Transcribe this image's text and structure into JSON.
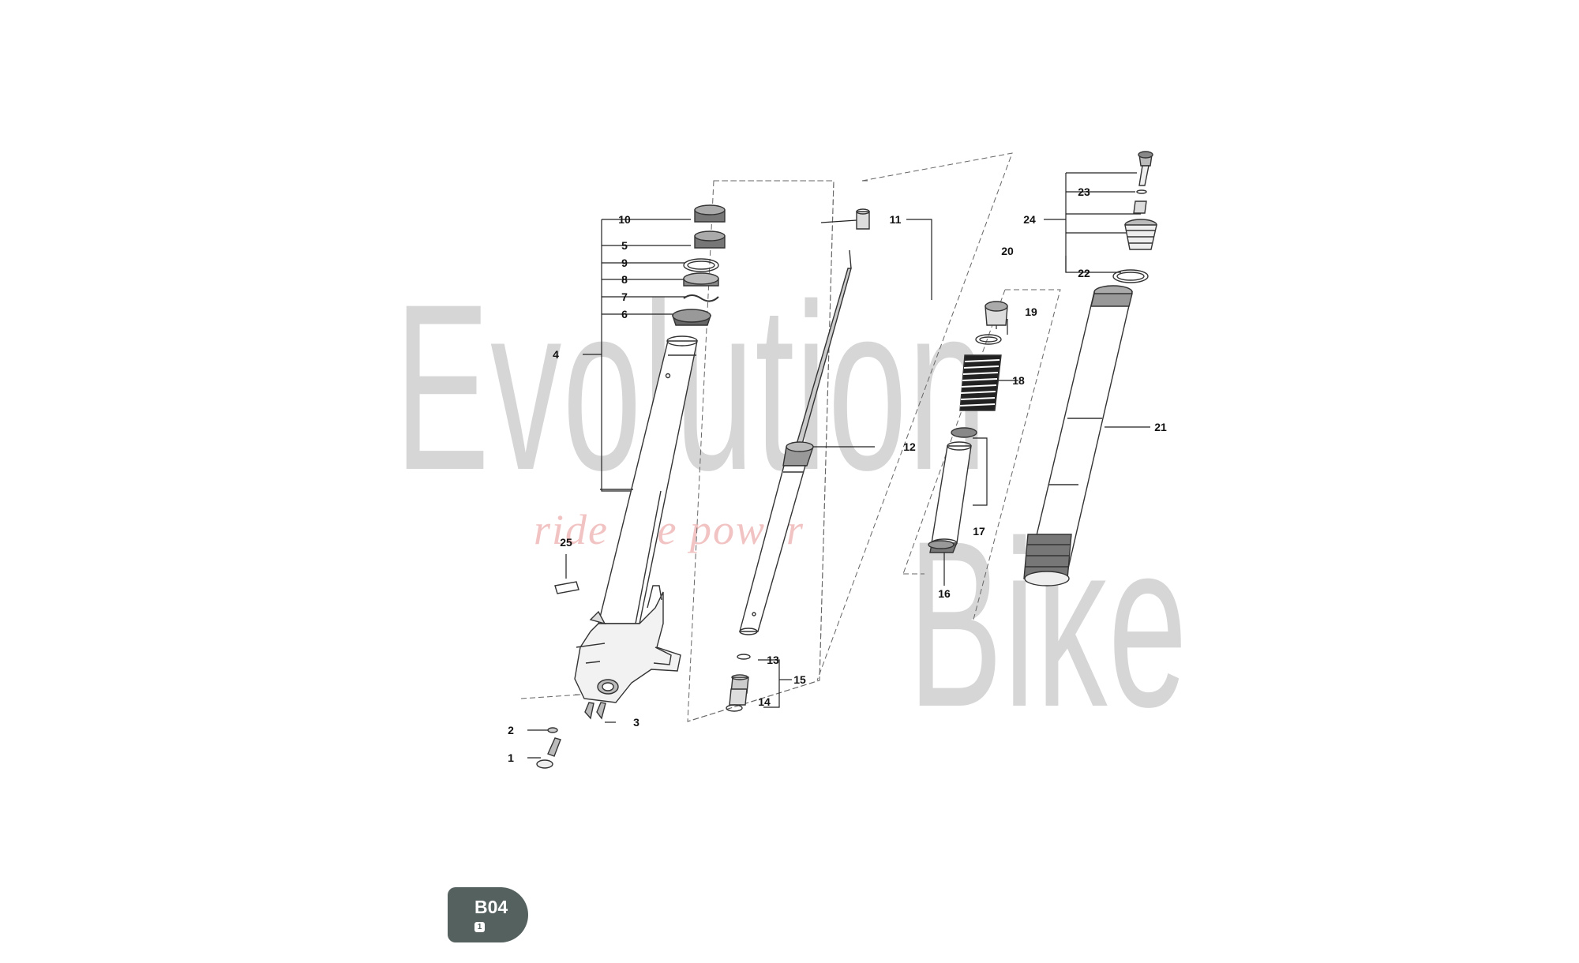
{
  "watermark": {
    "brand_part1": "Evolution",
    "brand_part2": "Bike",
    "tagline": "ride the power"
  },
  "badge": {
    "code": "B04",
    "sheet": "1"
  },
  "labels": {
    "p1": "1",
    "p2": "2",
    "p3": "3",
    "p4": "4",
    "p5": "5",
    "p6": "6",
    "p7": "7",
    "p8": "8",
    "p9": "9",
    "p10": "10",
    "p11": "11",
    "p12": "12",
    "p13": "13",
    "p14": "14",
    "p15": "15",
    "p16": "16",
    "p17": "17",
    "p18": "18",
    "p19": "19",
    "p20": "20",
    "p21": "21",
    "p22": "22",
    "p23": "23",
    "p24": "24",
    "p25": "25"
  }
}
